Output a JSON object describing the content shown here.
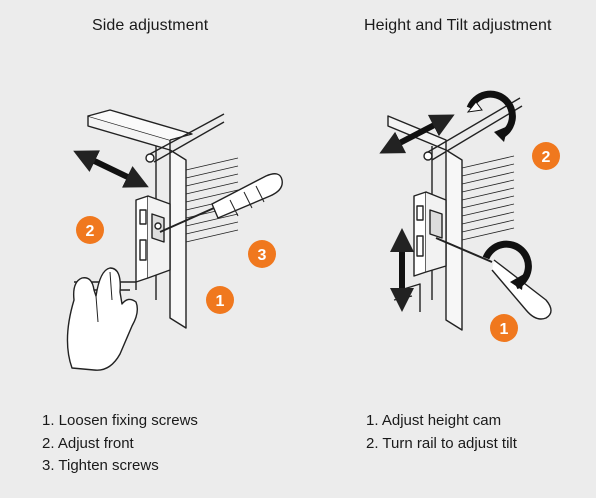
{
  "colors": {
    "badge": "#f0781e",
    "line": "#222222",
    "background": "#ececec"
  },
  "side": {
    "title": "Side adjustment",
    "badges": [
      "2",
      "3",
      "1"
    ],
    "steps": [
      "1. Loosen fixing screws",
      "2. Adjust front",
      "3. Tighten screws"
    ]
  },
  "height_tilt": {
    "title": "Height and Tilt adjustment",
    "badges": [
      "2",
      "1"
    ],
    "steps": [
      "1. Adjust height cam",
      "2. Turn rail to adjust tilt"
    ]
  },
  "icons": [
    "double-arrow-icon",
    "hand-icon",
    "screwdriver-icon",
    "rotate-arrow-icon"
  ]
}
